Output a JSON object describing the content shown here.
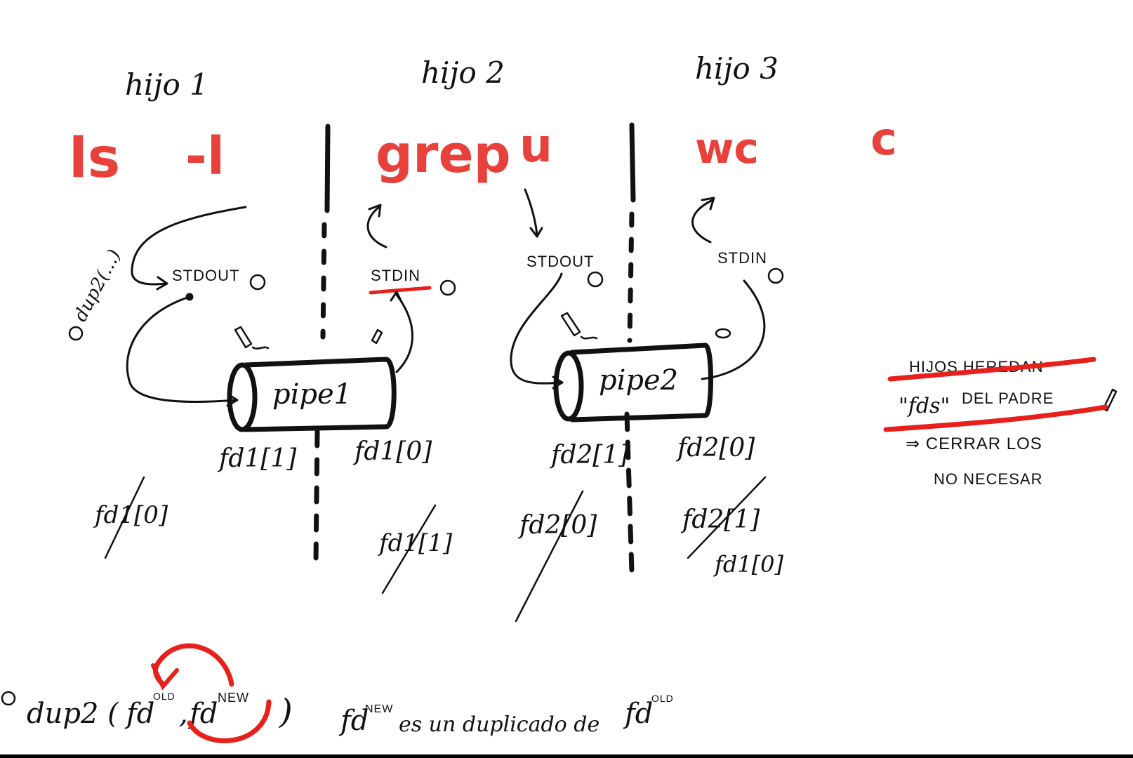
{
  "children": {
    "hijo1": "hijo 1",
    "hijo2": "hijo 2",
    "hijo3": "hijo 3"
  },
  "command": {
    "ls": "ls",
    "dash_l": "-l",
    "grep": "grep",
    "u": "u",
    "wc": "wc",
    "c": "c"
  },
  "streams": {
    "stdout1": "STDOUT",
    "stdin2": "STDIN",
    "stdout2": "STDOUT",
    "stdin3": "STDIN"
  },
  "pipes": {
    "pipe1": "pipe1",
    "pipe2": "pipe2"
  },
  "fds": {
    "fd1_1_left": "fd1[1]",
    "fd1_0_right": "fd1[0]",
    "fd2_1_left": "fd2[1]",
    "fd2_0_right": "fd2[0]",
    "closed_fd1_0_hijo1": "fd1[0]",
    "closed_fd1_1_hijo2": "fd1[1]",
    "closed_fd2_0_hijo2": "fd2[0]",
    "closed_fd2_1_hijo3": "fd2[1]",
    "closed_fd1_0_hijo3": "fd1[0]"
  },
  "dup_label": "dup2(...)",
  "note": {
    "line1": "HIJOS HEREDAN",
    "line2_fds": "\"fds\"",
    "line2_rest": "DEL PADRE",
    "line3": "⇒ CERRAR LOS",
    "line4": "NO NECESAR"
  },
  "formula": {
    "dup2": "dup2 (",
    "fd": "fd",
    "old": "OLD",
    "comma": ",",
    "fd_new": "fd",
    "new": "NEW",
    "close": ")",
    "explain_fd": "fd",
    "explain_new": "NEW",
    "explain_text": "es un duplicado de",
    "explain_fd2": "fd",
    "explain_old": "OLD"
  },
  "colors": {
    "ink": "#111111",
    "red": "#e8413c"
  }
}
